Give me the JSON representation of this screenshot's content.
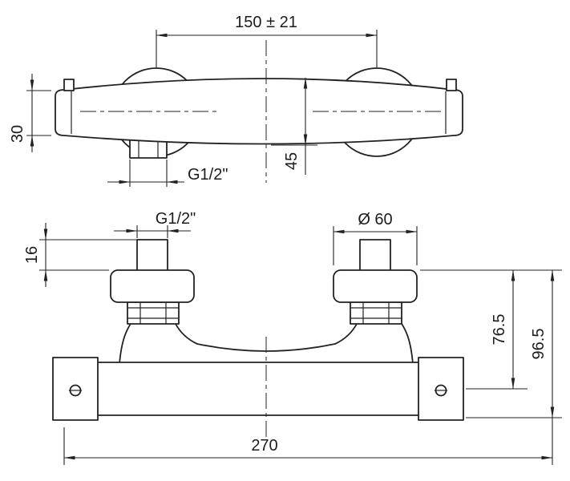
{
  "colors": {
    "background": "#ffffff",
    "line": "#222222",
    "text": "#1c1c1c"
  },
  "top_view": {
    "dim_center_distance": "150 ± 21",
    "dim_body_diameter": "30",
    "dim_body_depth": "45",
    "thread_label": "G1/2\""
  },
  "front_view": {
    "thread_label": "G1/2\"",
    "dim_escutcheon_diameter": "Ø 60",
    "dim_nipple_exposure": "16",
    "dim_axis_height": "76.5",
    "dim_overall_height": "96.5",
    "dim_overall_width": "270"
  }
}
